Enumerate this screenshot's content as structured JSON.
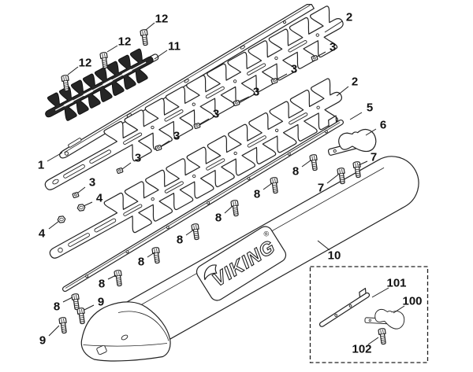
{
  "diagram": {
    "brand": "VIKING",
    "registered_mark": "®",
    "callouts": {
      "c1": "1",
      "c2": "2",
      "c3": "3",
      "c4": "4",
      "c5": "5",
      "c6": "6",
      "c7": "7",
      "c8": "8",
      "c9": "9",
      "c10": "10",
      "c11": "11",
      "c12": "12",
      "c100": "100",
      "c101": "101",
      "c102": "102"
    }
  }
}
